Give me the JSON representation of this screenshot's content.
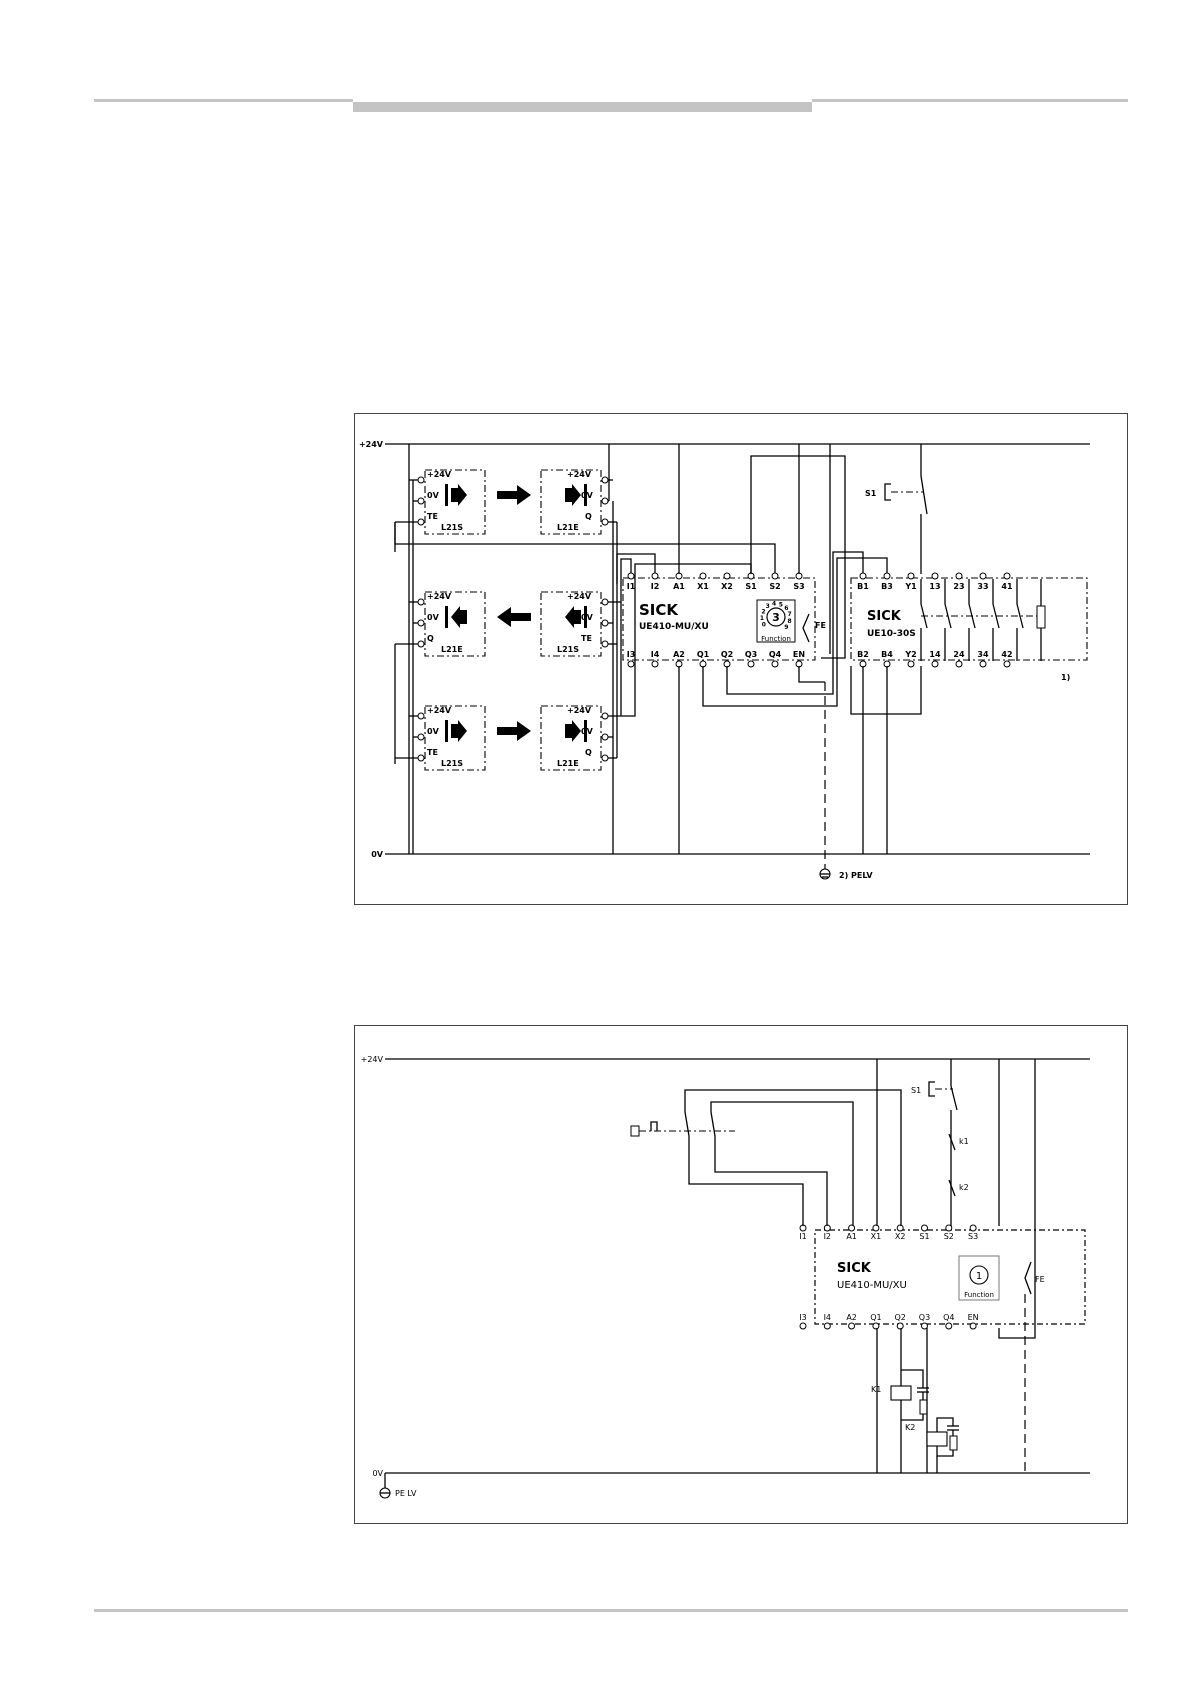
{
  "diagram1": {
    "rail_top": "+24V",
    "rail_bottom": "0V",
    "pelv": "2) PELV",
    "note": "1)",
    "s1": "S1",
    "fe": "FE",
    "controller": {
      "brand": "SICK",
      "model": "UE410-MU/XU",
      "switch_value": "3",
      "switch_label": "Function",
      "top_terminals": [
        "I1",
        "I2",
        "A1",
        "X1",
        "X2",
        "S1",
        "S2",
        "S3"
      ],
      "bottom_terminals": [
        "I3",
        "I4",
        "A2",
        "Q1",
        "Q2",
        "Q3",
        "Q4",
        "EN"
      ],
      "dial_digits": [
        "0",
        "1",
        "2",
        "3",
        "4",
        "5",
        "6",
        "7",
        "8",
        "9"
      ]
    },
    "relay": {
      "brand": "SICK",
      "model": "UE10-30S",
      "top_terminals": [
        "B1",
        "B3",
        "Y1",
        "13",
        "23",
        "33",
        "41"
      ],
      "bottom_terminals": [
        "B2",
        "B4",
        "Y2",
        "14",
        "24",
        "34",
        "42"
      ]
    },
    "sensor_rows": [
      {
        "left": {
          "name": "L21S",
          "pins": [
            "+24V",
            "0V",
            "TE"
          ]
        },
        "right": {
          "name": "L21E",
          "pins": [
            "+24V",
            "0V",
            "Q"
          ]
        }
      },
      {
        "left": {
          "name": "L21E",
          "pins": [
            "+24V",
            "0V",
            "Q"
          ]
        },
        "right": {
          "name": "L21S",
          "pins": [
            "+24V",
            "0V",
            "TE"
          ]
        }
      },
      {
        "left": {
          "name": "L21S",
          "pins": [
            "+24V",
            "0V",
            "TE"
          ]
        },
        "right": {
          "name": "L21E",
          "pins": [
            "+24V",
            "0V",
            "Q"
          ]
        }
      }
    ]
  },
  "diagram2": {
    "rail_top": "+24V",
    "rail_bottom": "0V",
    "pelv": "PE LV",
    "s1": "S1",
    "k1": "k1",
    "k2": "k2",
    "K1": "K1",
    "K2": "K2",
    "fe": "FE",
    "controller": {
      "brand": "SICK",
      "model": "UE410-MU/XU",
      "switch_value": "1",
      "switch_label": "Function",
      "top_terminals": [
        "I1",
        "I2",
        "A1",
        "X1",
        "X2",
        "S1",
        "S2",
        "S3"
      ],
      "bottom_terminals": [
        "I3",
        "I4",
        "A2",
        "Q1",
        "Q2",
        "Q3",
        "Q4",
        "EN"
      ]
    }
  }
}
